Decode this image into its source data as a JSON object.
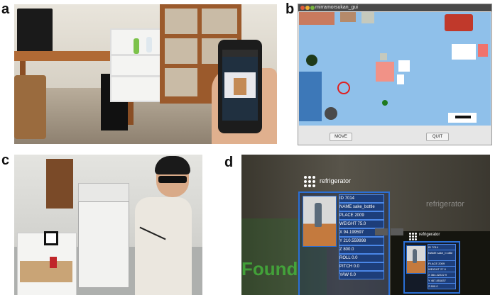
{
  "panel_labels": {
    "a": "a",
    "b": "b",
    "c": "c",
    "d": "d"
  },
  "gui": {
    "window_title": "mirramorsukan_gui",
    "move_button": "MOVE",
    "quit_button": "QUIT",
    "titlebar_dot_colors": [
      "#e05a3a",
      "#f0b030",
      "#7ab640"
    ]
  },
  "ar_main": {
    "title": "refrigerator",
    "fields": [
      "ID 7014",
      "NAME sake_bottle",
      "PLACE 2009",
      "WEIGHT 75.0",
      "X 94.199597",
      "Y 210.559998",
      "Z 800.0",
      "ROLL 0.0",
      "PITCH 0.0",
      "YAW 0.0"
    ],
    "found_text": "Found"
  },
  "ar_small": {
    "title": "refrigerator",
    "fields": [
      "ID 7014",
      "NAME sake_b ottle",
      "PLACE 2009",
      "WEIGHT 27.0",
      "X 364.22222 9",
      "Y 467.851837",
      "Z 800.0"
    ]
  },
  "ar_ghost_label": "refrigerator",
  "colors": {
    "map_blue": "#8fc0ea",
    "card_border": "#2a6fd6",
    "found_green": "#46be3c"
  }
}
